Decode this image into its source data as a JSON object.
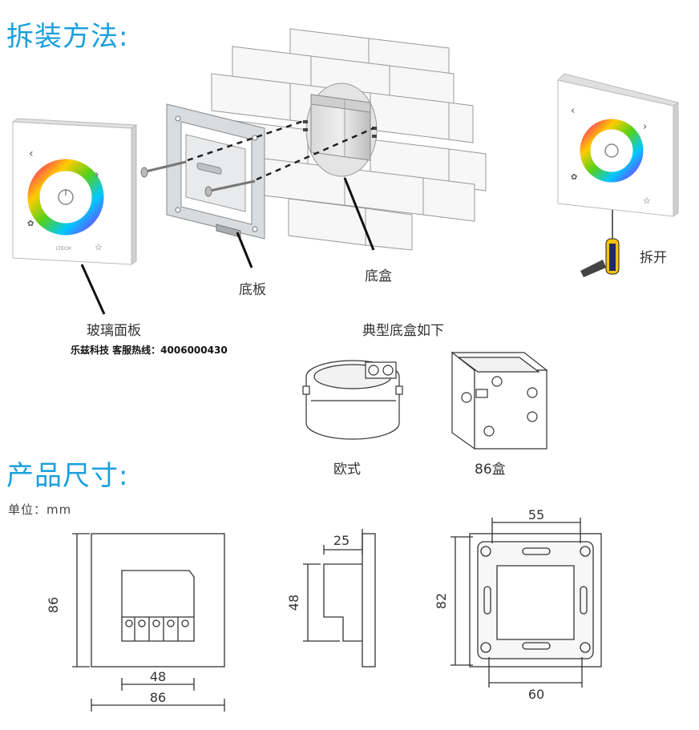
{
  "install": {
    "title": "拆装方法:",
    "label_panel": "玻璃面板",
    "label_plate": "底板",
    "label_box": "底盒",
    "label_remove": "拆开",
    "typical_box_title": "典型底盒如下",
    "box_euro": "欧式",
    "box_86": "86盒",
    "hotline": "乐兹科技 客服热线：4006000430"
  },
  "dimensions": {
    "title": "产品尺寸:",
    "unit": "单位：mm",
    "front_height": "86",
    "front_inner_width": "48",
    "front_width": "86",
    "side_depth": "25",
    "side_height": "48",
    "back_height": "82",
    "back_top_width": "55",
    "back_bottom_width": "60"
  },
  "panel_text": {
    "brand": "LTECH"
  },
  "colors": {
    "title_blue": "#1aa0de",
    "line": "#333333"
  }
}
